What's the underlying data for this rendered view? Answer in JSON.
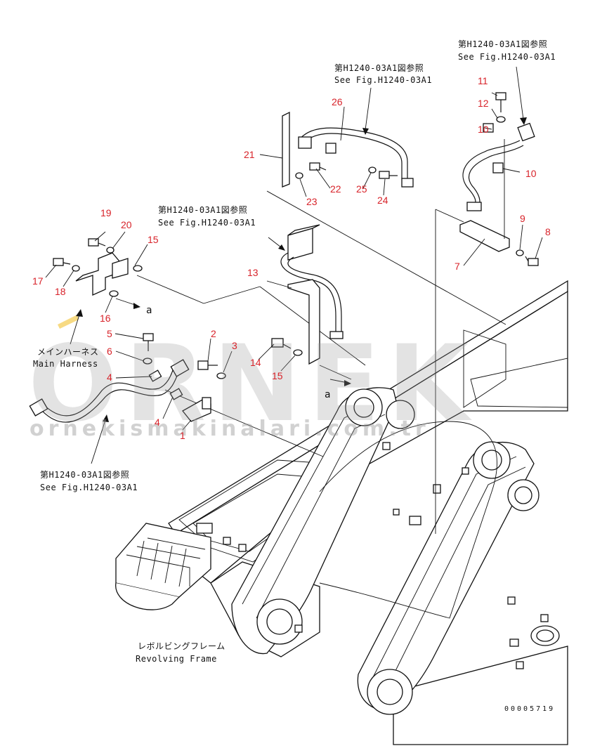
{
  "references": [
    {
      "jp": "第H1240-03A1図参照",
      "en": "See Fig.H1240-03A1"
    },
    {
      "jp": "第H1240-03A1図参照",
      "en": "See Fig.H1240-03A1"
    },
    {
      "jp": "第H1240-03A1図参照",
      "en": "See Fig.H1240-03A1"
    },
    {
      "jp": "第H1240-03A1図参照",
      "en": "See Fig.H1240-03A1"
    }
  ],
  "harness": {
    "jp": "メインハーネス",
    "en": "Main Harness"
  },
  "frame": {
    "jp": "レボルビングフレーム",
    "en": "Revolving Frame"
  },
  "callouts": [
    "1",
    "2",
    "3",
    "4",
    "4",
    "5",
    "6",
    "7",
    "8",
    "9",
    "10",
    "10",
    "11",
    "12",
    "13",
    "14",
    "15",
    "15",
    "16",
    "17",
    "18",
    "19",
    "20",
    "21",
    "22",
    "23",
    "24",
    "25",
    "26"
  ],
  "view_marker": "a",
  "drawing_code": "00005719",
  "watermark": {
    "brand": "ORNEK",
    "url": "ornekismakinalari.com.tr"
  },
  "colors": {
    "callout": "#d8232a",
    "line": "#111111",
    "watermark": "#9a9a9a",
    "accent": "#f2c230"
  }
}
